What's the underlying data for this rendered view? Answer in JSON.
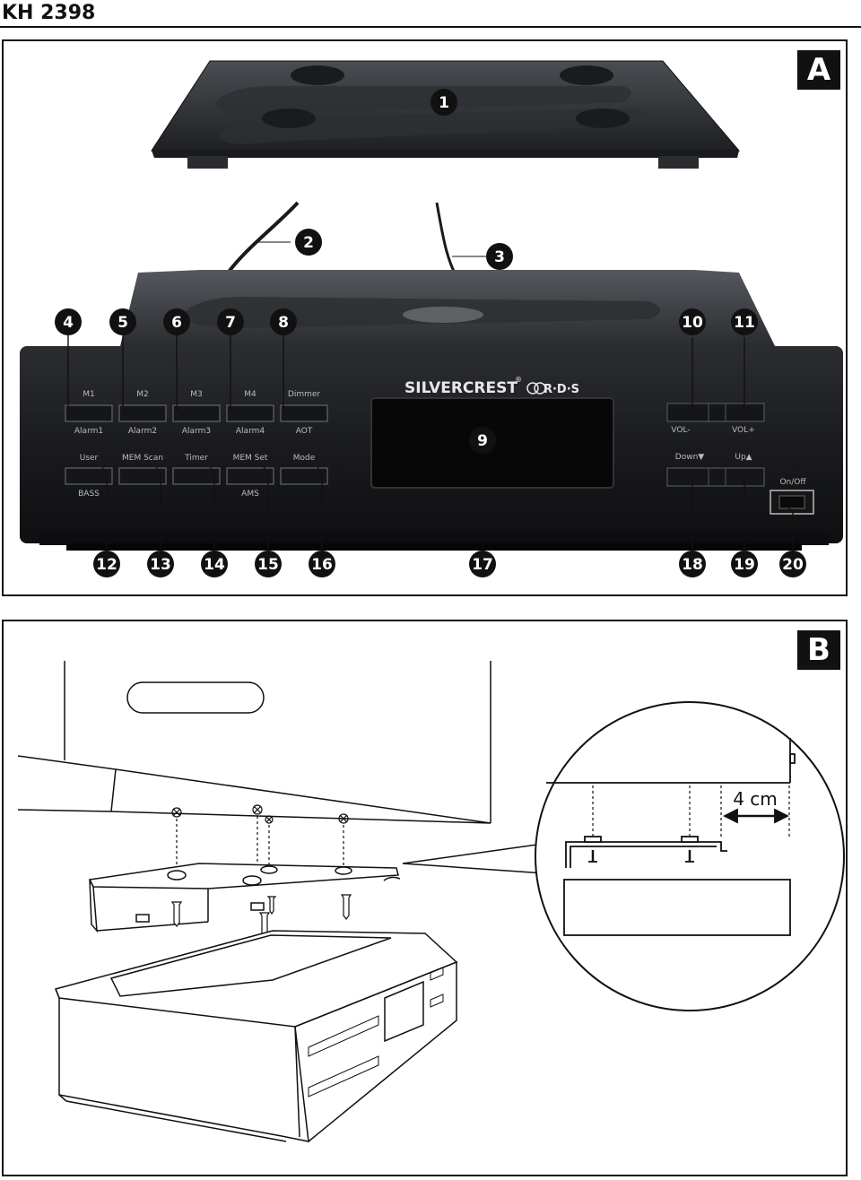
{
  "header": {
    "model": "KH 2398"
  },
  "panel_a": {
    "letter": "A",
    "brand": "SILVERCREST",
    "brand_mark": "®",
    "rds_logo": "R·D·S",
    "callouts": [
      "1",
      "2",
      "3",
      "4",
      "5",
      "6",
      "7",
      "8",
      "9",
      "10",
      "11",
      "12",
      "13",
      "14",
      "15",
      "16",
      "17",
      "18",
      "19",
      "20"
    ],
    "top_row": [
      {
        "top": "M1",
        "bottom": "Alarm1"
      },
      {
        "top": "M2",
        "bottom": "Alarm2"
      },
      {
        "top": "M3",
        "bottom": "Alarm3"
      },
      {
        "top": "M4",
        "bottom": "Alarm4"
      },
      {
        "top": "Dimmer",
        "bottom": "AOT"
      }
    ],
    "bottom_row": [
      {
        "top": "User",
        "bottom": "BASS"
      },
      {
        "top": "MEM Scan",
        "bottom": ""
      },
      {
        "top": "Timer",
        "bottom": ""
      },
      {
        "top": "MEM Set",
        "bottom": "AMS"
      },
      {
        "top": "Mode",
        "bottom": ""
      }
    ],
    "vol_minus": "VOL-",
    "vol_plus": "VOL+",
    "down": "Down▼",
    "up": "Up▲",
    "on_off": "On/Off"
  },
  "panel_b": {
    "letter": "B",
    "distance": "4 cm"
  }
}
